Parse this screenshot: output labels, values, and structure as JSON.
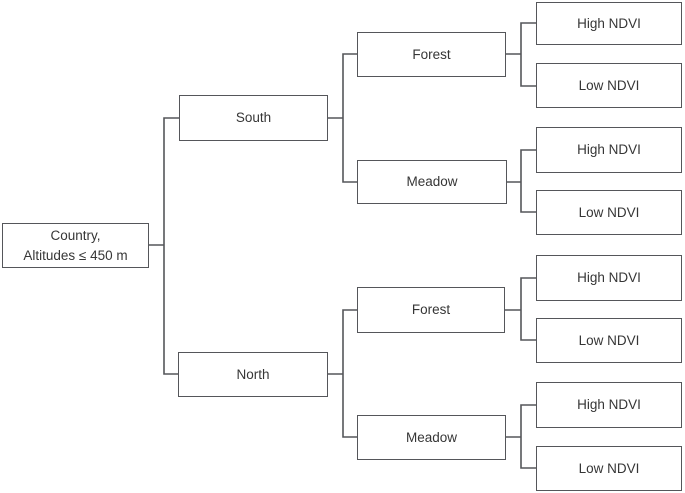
{
  "diagram": {
    "type": "tree",
    "colors": {
      "border": "#55565a",
      "line": "#55565a",
      "text": "#363636",
      "background": "#ffffff"
    },
    "tree": {
      "root": {
        "label_lines": [
          "Country,",
          "Altitudes ≤ 450 m"
        ],
        "children": [
          {
            "label": "South",
            "children": [
              {
                "label": "Forest",
                "children": [
                  {
                    "label": "High NDVI"
                  },
                  {
                    "label": "Low NDVI"
                  }
                ]
              },
              {
                "label": "Meadow",
                "children": [
                  {
                    "label": "High NDVI"
                  },
                  {
                    "label": "Low NDVI"
                  }
                ]
              }
            ]
          },
          {
            "label": "North",
            "children": [
              {
                "label": "Forest",
                "children": [
                  {
                    "label": "High NDVI"
                  },
                  {
                    "label": "Low NDVI"
                  }
                ]
              },
              {
                "label": "Meadow",
                "children": [
                  {
                    "label": "High NDVI"
                  },
                  {
                    "label": "Low NDVI"
                  }
                ]
              }
            ]
          }
        ]
      }
    }
  }
}
